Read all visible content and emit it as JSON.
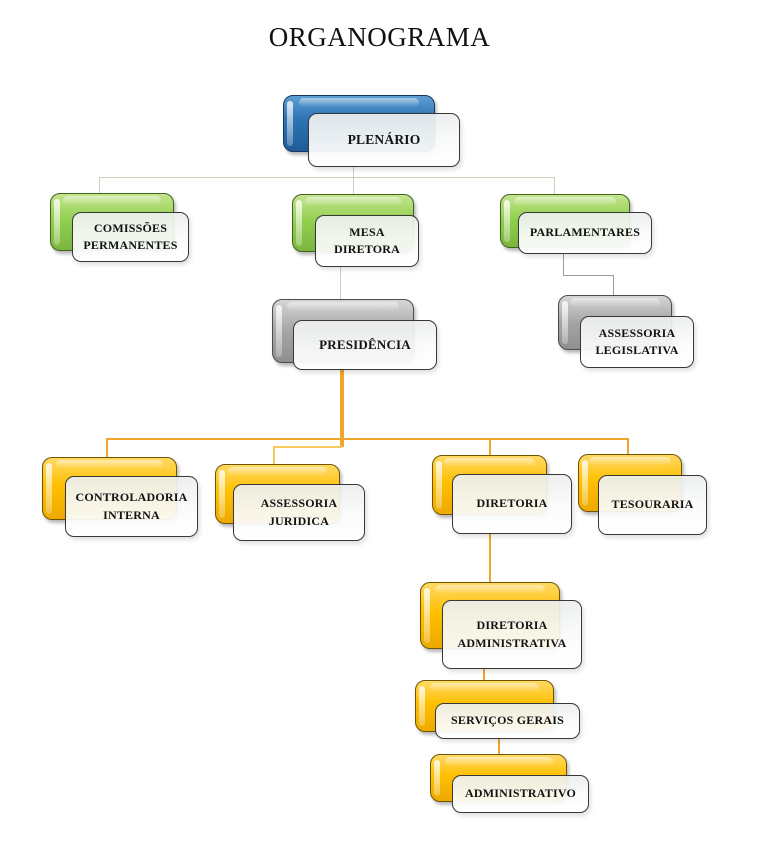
{
  "title": "ORGANOGRAMA",
  "palette": {
    "plate_blue": "#2e75b6",
    "plate_green": "#92d050",
    "plate_gray": "#a6a6a6",
    "plate_amber": "#ffc000",
    "connector_pale_green": "#c5d3bd",
    "connector_gray": "#9a9a9a",
    "connector_amber": "#f0a62b"
  },
  "nodes": {
    "plenario": "PLENÁRIO",
    "comissoes_permanentes": "COMISSÕES\nPERMANENTES",
    "mesa_diretora": "MESA\nDIRETORA",
    "parlamentares": "PARLAMENTARES",
    "presidencia": "PRESIDÊNCIA",
    "assessoria_legislativa": "ASSESSORIA\nLEGISLATIVA",
    "controladoria_interna": "CONTROLADORIA\nINTERNA",
    "assessoria_juridica": "ASSESSORIA\nJURIDICA",
    "diretoria": "DIRETORIA",
    "tesouraria": "TESOURARIA",
    "diretoria_administrativa": "DIRETORIA\nADMINISTRATIVA",
    "servicos_gerais": "SERVIÇOS GERAIS",
    "administrativo": "ADMINISTRATIVO"
  },
  "edges": [
    [
      "plenario",
      "comissoes_permanentes"
    ],
    [
      "plenario",
      "mesa_diretora"
    ],
    [
      "plenario",
      "parlamentares"
    ],
    [
      "mesa_diretora",
      "presidencia"
    ],
    [
      "parlamentares",
      "assessoria_legislativa"
    ],
    [
      "presidencia",
      "controladoria_interna"
    ],
    [
      "presidencia",
      "assessoria_juridica"
    ],
    [
      "presidencia",
      "diretoria"
    ],
    [
      "presidencia",
      "tesouraria"
    ],
    [
      "diretoria",
      "diretoria_administrativa"
    ],
    [
      "diretoria_administrativa",
      "servicos_gerais"
    ],
    [
      "servicos_gerais",
      "administrativo"
    ]
  ]
}
